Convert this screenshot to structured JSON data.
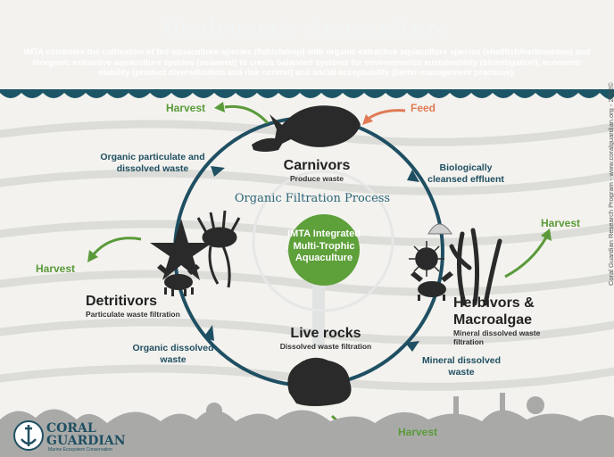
{
  "header": {
    "title": "Biodynamic Aquaculture",
    "subtitle": "IMTA combines the cultivation of fed aquaculture species (fish/shrimp) with organic extractive aquaculture species (shellfish/herbivorous) and inorganic extractive aquaculture species (seaweed) to create balanced systems for environmental sustainability (biomitigation), economic stability (product diversification and risk control) and social acceptability (better management practices)."
  },
  "center": {
    "label": "IMTA Integrated Multi-Trophic Aquaculture",
    "process": "Organic Filtration Process"
  },
  "nodes": {
    "carnivors": {
      "title": "Carnivors",
      "sub": "Produce waste"
    },
    "detritivors": {
      "title": "Detritivors",
      "sub": "Particulate waste filtration"
    },
    "herbivors": {
      "title": "Herbivors & Macroalgae",
      "sub": "Mineral dissolved waste filtration"
    },
    "liverocks": {
      "title": "Live rocks",
      "sub": "Dissolved waste filtration"
    }
  },
  "flows": {
    "organic_particulate": "Organic particulate and dissolved waste",
    "bio_cleansed": "Biologically cleansed effluent",
    "organic_dissolved": "Organic dissolved waste",
    "mineral_dissolved": "Mineral dissolved waste"
  },
  "labels": {
    "harvest": "Harvest",
    "feed": "Feed"
  },
  "credit": "Coral Guardian Research Program - www.coralguardian.org - 2012©",
  "logo": {
    "name": "CORAL GUARDIAN",
    "tagline": "Marine Ecosystem Conservation"
  },
  "colors": {
    "header": "#1c5566",
    "cycle": "#1f4f62",
    "center": "#5ea03a",
    "harvest": "#5a9a3a",
    "feed": "#e07a55"
  }
}
